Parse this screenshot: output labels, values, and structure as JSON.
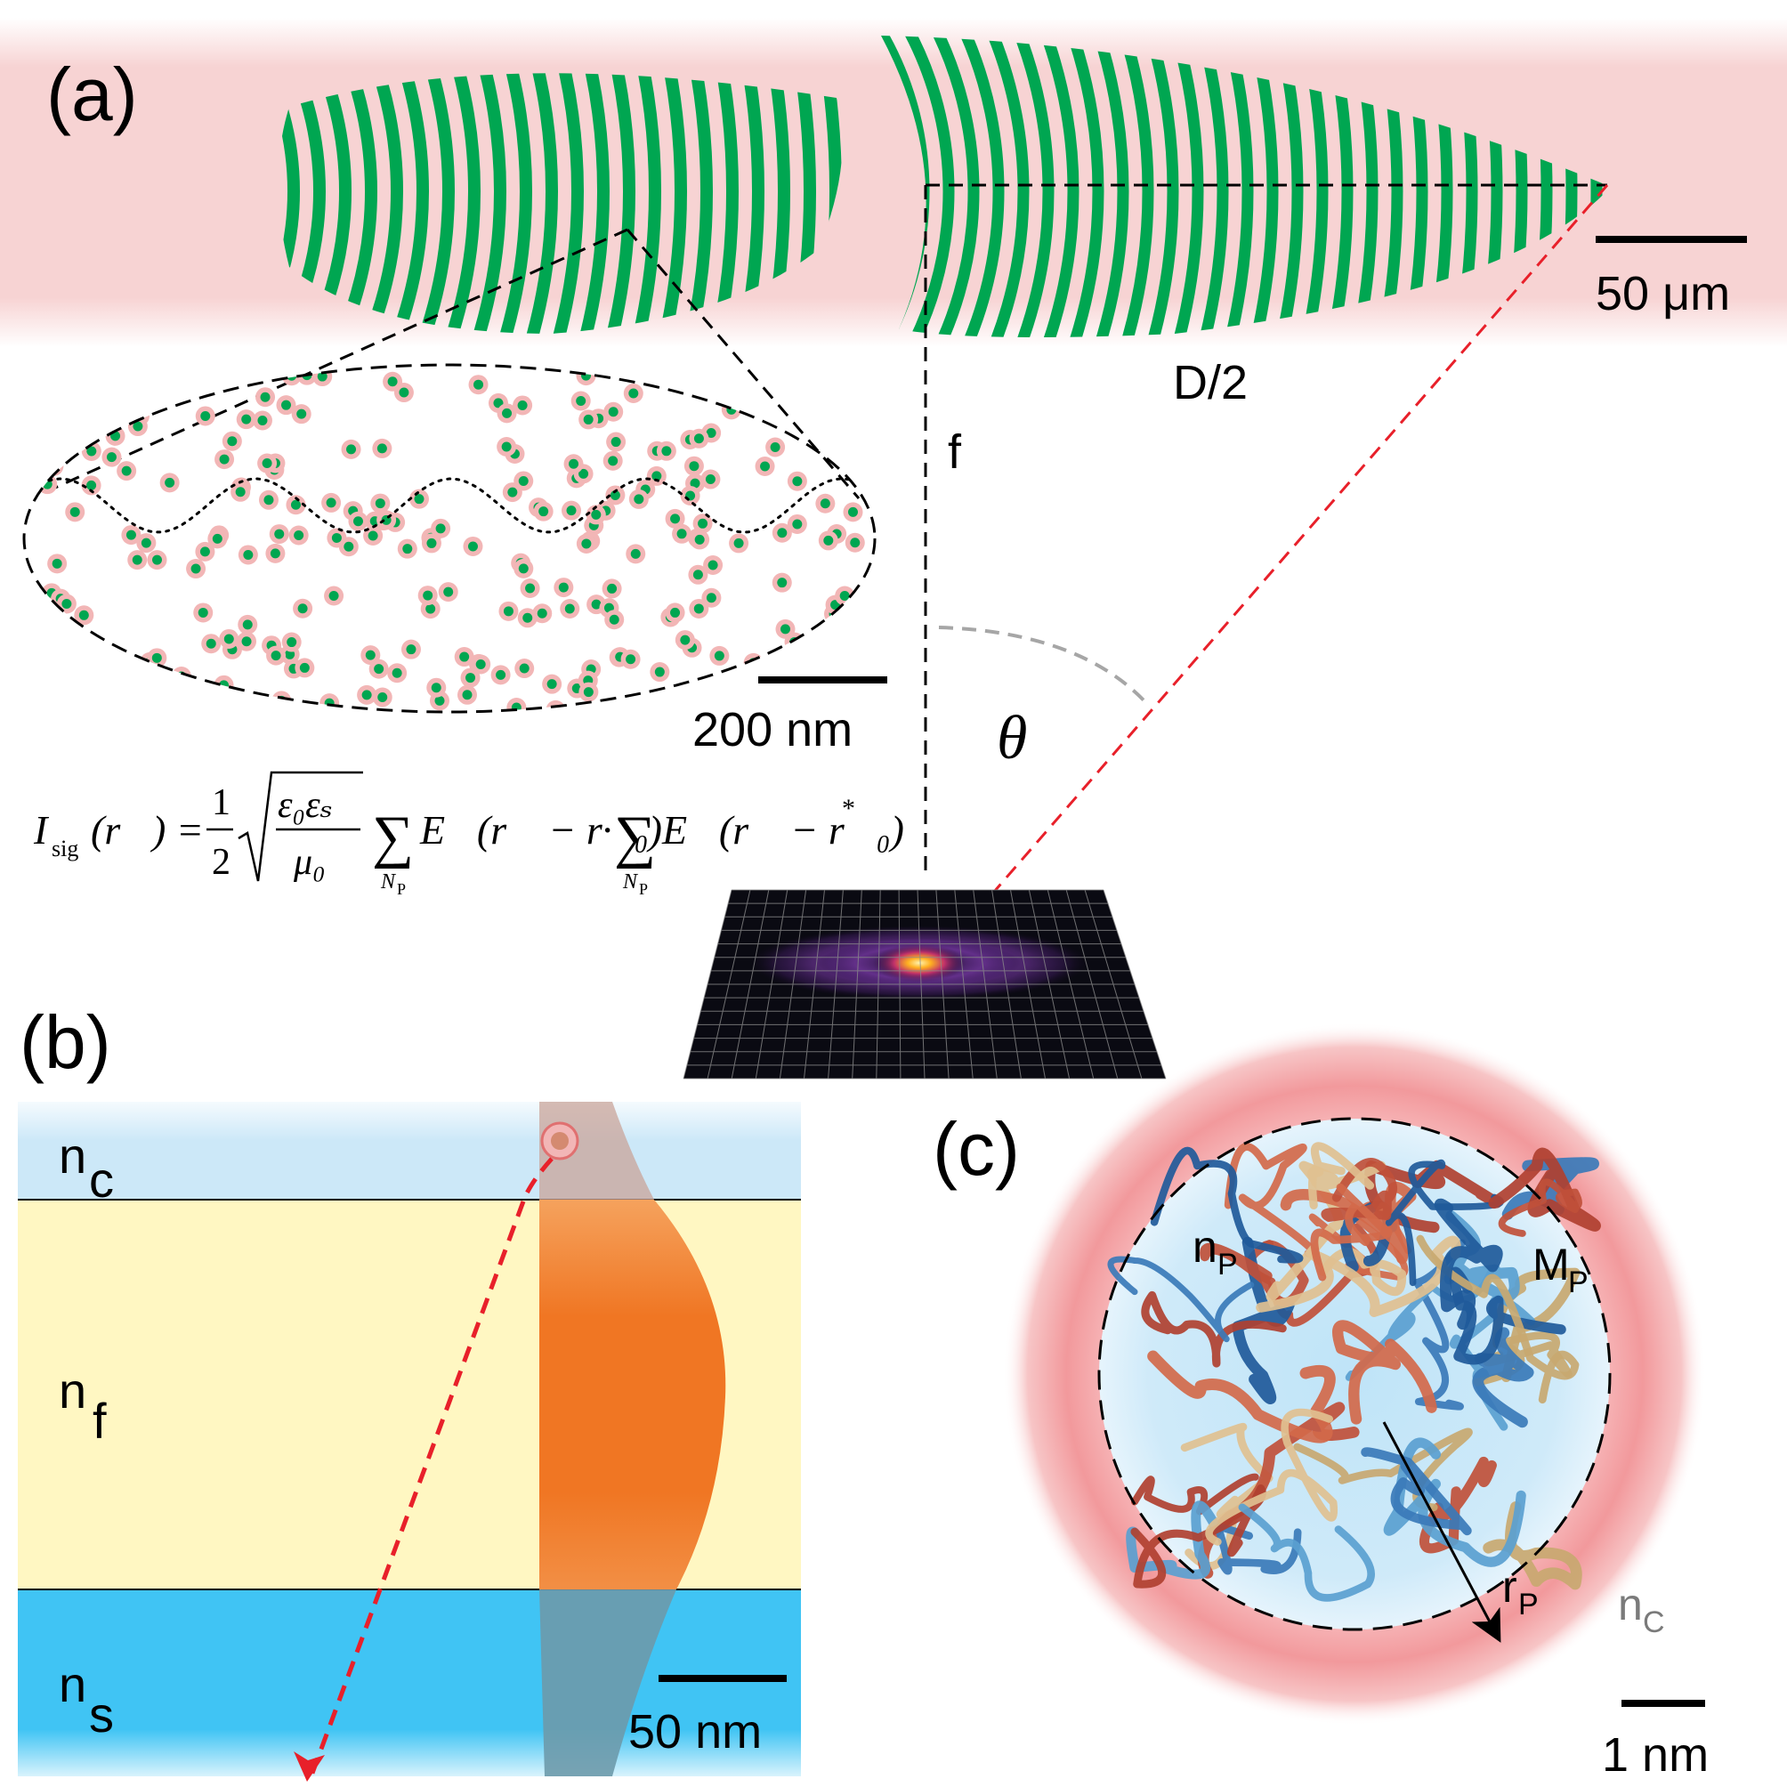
{
  "panels": {
    "a": {
      "label": "(a)",
      "scale_bar_lens": "50 μm",
      "scale_bar_inset": "200 nm",
      "half_aperture_label": "D/2",
      "focal_label": "f",
      "angle_label": "θ",
      "equation": {
        "lhs_symbol": "I",
        "lhs_sub": "sig",
        "lhs_arg": "(r⃗) =",
        "frac_num": "1",
        "frac_den": "2",
        "sqrt_num": "ε₀εₛ",
        "sqrt_den": "μ₀",
        "sum_sub": "N",
        "sum_sub_sub": "P",
        "field_term": "E⃗(r⃗ − r⃗₀)",
        "dot": "·",
        "conj": "*"
      }
    },
    "b": {
      "label": "(b)",
      "layer_cover": "n",
      "layer_cover_sub": "c",
      "layer_film": "n",
      "layer_film_sub": "f",
      "layer_substrate": "n",
      "layer_substrate_sub": "s",
      "scale_bar": "50 nm"
    },
    "c": {
      "label": "(c)",
      "index_protein": "n",
      "index_protein_sub": "P",
      "mass_protein": "M",
      "mass_protein_sub": "P",
      "radius_protein": "r",
      "radius_protein_sub": "P",
      "index_cover": "n",
      "index_cover_sub": "C",
      "scale_bar": "1 nm"
    }
  },
  "colors": {
    "waveguide_pink": "#f7d3d3",
    "grating_green": "#00a651",
    "particle_pink": "#f2b6b6",
    "cover_blue": "#cce8f8",
    "film_yellow": "#fff7c2",
    "substrate_blue": "#40c4f4",
    "mode_orange": "#f07623",
    "ray_red": "#e8202a",
    "halo_red": "#f2999c"
  }
}
